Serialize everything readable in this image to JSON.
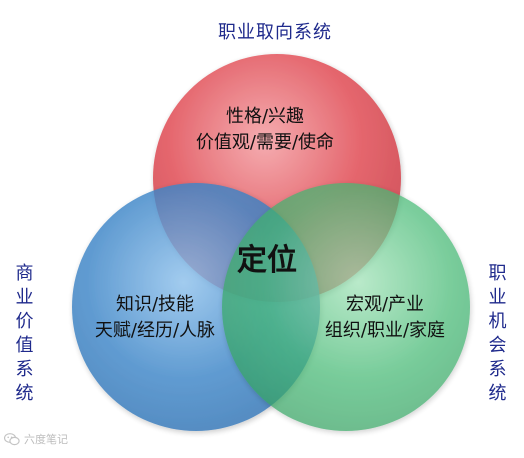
{
  "labels": {
    "top": "职业取向系统",
    "left": "商业价值系统",
    "right": "职业机会系统"
  },
  "circles": {
    "red": {
      "line1": "性格/兴趣",
      "line2": "价值观/需要/使命",
      "color": "#e8636b"
    },
    "blue": {
      "line1": "知识/技能",
      "line2": "天赋/经历/人脉",
      "color": "#3f86c7"
    },
    "green": {
      "line1": "宏观/产业",
      "line2": "组织/职业/家庭",
      "color": "#4fbf7b"
    }
  },
  "center": {
    "text": "定位"
  },
  "watermark": {
    "text": "六度笔记",
    "icon": "wechat-icon"
  },
  "colors": {
    "label_text": "#1f2a8c"
  }
}
